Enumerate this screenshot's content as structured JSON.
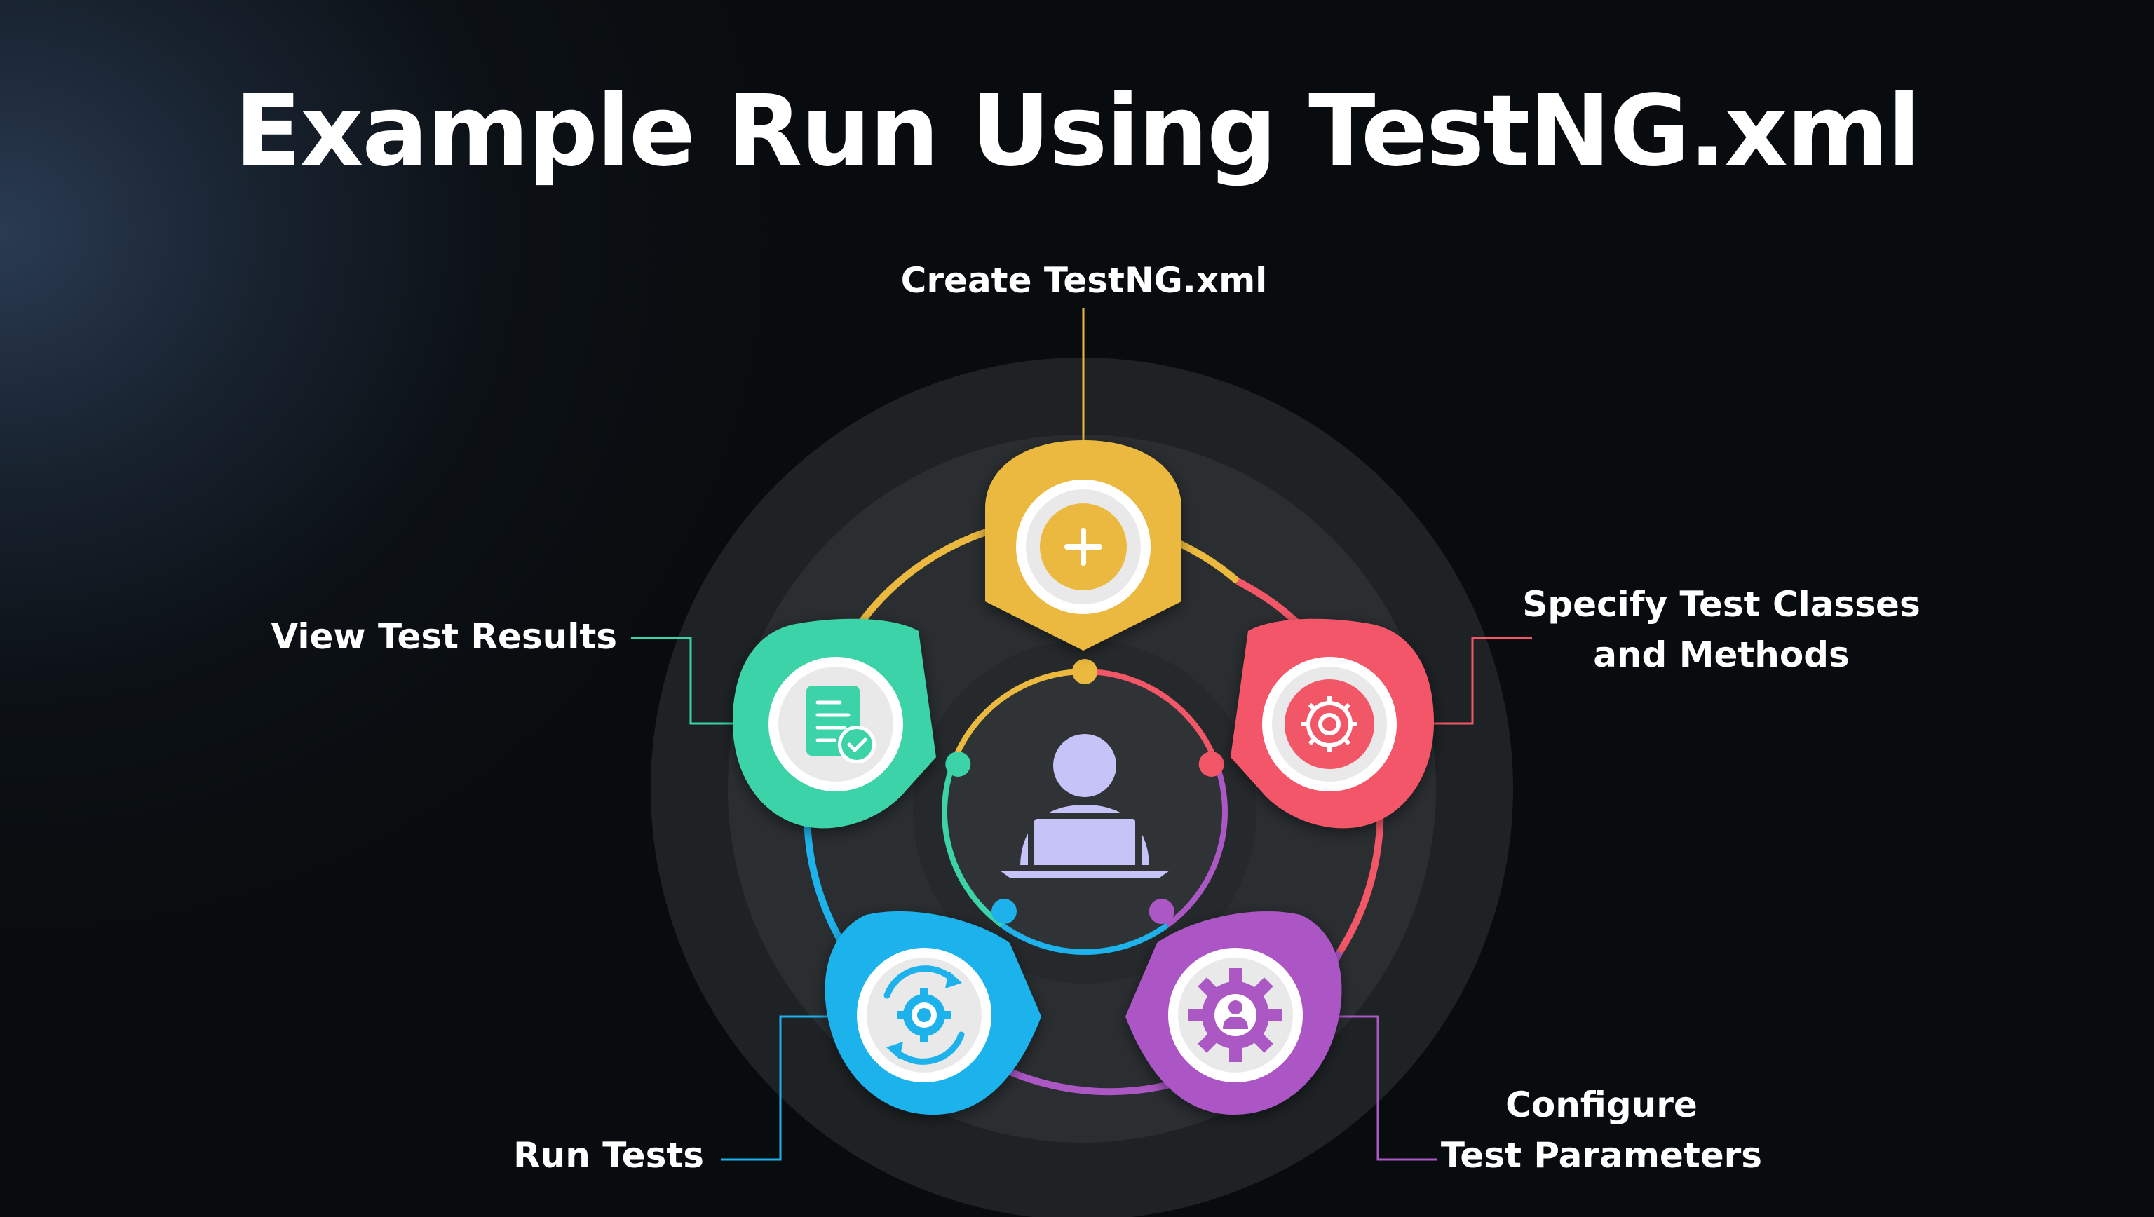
{
  "title": "Example Run Using TestNG.xml",
  "steps": [
    {
      "id": "create",
      "lines": [
        "Create TestNG.xml"
      ],
      "color": "#ebb93f",
      "icon": "plus-icon"
    },
    {
      "id": "specify",
      "lines": [
        "Specify Test Classes",
        "and Methods"
      ],
      "color": "#f25767",
      "icon": "gear-icon"
    },
    {
      "id": "configure",
      "lines": [
        "Configure",
        "Test Parameters"
      ],
      "color": "#ab57c4",
      "icon": "user-gear-icon"
    },
    {
      "id": "run",
      "lines": [
        "Run Tests"
      ],
      "color": "#1eb2ec",
      "icon": "refresh-gear-icon"
    },
    {
      "id": "view",
      "lines": [
        "View Test Results"
      ],
      "color": "#3cd3a9",
      "icon": "document-check-icon"
    }
  ],
  "center_icon": "person-laptop-icon",
  "colors": {
    "background": "#090c0e",
    "ring_outer": "#1e2224",
    "ring_mid": "#2a2e31",
    "center_disc": "#2f3335",
    "person": "#c5c3f8"
  }
}
